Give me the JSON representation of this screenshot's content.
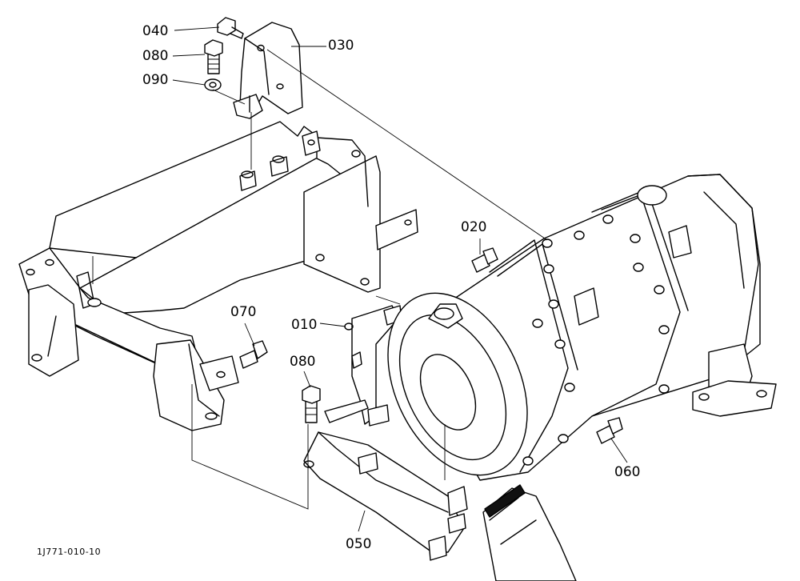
{
  "drawing_id": "1J771-010-10",
  "callouts": {
    "p010": "010",
    "p020": "020",
    "p030": "030",
    "p040": "040",
    "p050": "050",
    "p060": "060",
    "p070": "070",
    "p080_top": "080",
    "p080_mid": "080",
    "p090": "090"
  }
}
